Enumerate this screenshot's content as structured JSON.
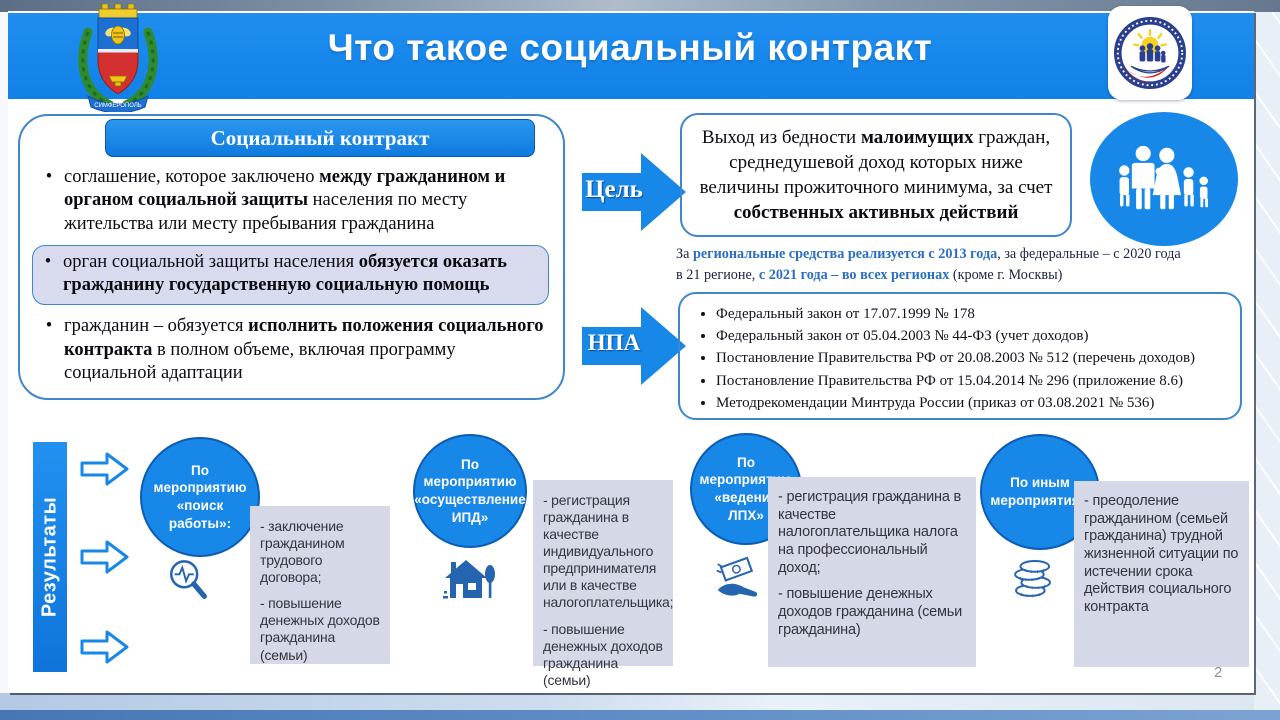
{
  "page": {
    "title": "Что такое социальный контракт",
    "page_number": "2"
  },
  "logos": {
    "left_icon": "simferopol-coat-of-arms",
    "left_caption": "СИМФЕРОПОЛЬ",
    "right_icon": "social-protection-department-emblem"
  },
  "contract": {
    "header": "Социальный контракт",
    "bullet1": [
      {
        "t": "соглашение, которое заключено "
      },
      {
        "t": "между гражданином и органом социальной защиты",
        "b": true
      },
      {
        "t": " населения по месту жительства или месту пребывания гражданина"
      }
    ],
    "bullet2": [
      {
        "t": "орган социальной защиты населения "
      },
      {
        "t": "обязуется оказать гражданину государственную социальную помощь",
        "b": true
      }
    ],
    "bullet3": [
      {
        "t": "гражданин – обязуется "
      },
      {
        "t": "исполнить положения социального контракта",
        "b": true
      },
      {
        "t": " в полном объеме, включая программу социальной адаптации"
      }
    ]
  },
  "goal": {
    "label": "Цель",
    "icon": "family-icon",
    "text": [
      {
        "t": "Выход из бедности "
      },
      {
        "t": "малоимущих",
        "b": true
      },
      {
        "t": " граждан, среднедушевой доход которых ниже величины прожиточного минимума, за счет "
      },
      {
        "t": "собственных активных действий",
        "b": true
      }
    ]
  },
  "regions_note": {
    "line1": [
      {
        "t": "За "
      },
      {
        "t": "региональные средства реализуется с 2013 года",
        "b": true,
        "c": "#2a6fc4"
      },
      {
        "t": ", за федеральные – с 2020 года"
      }
    ],
    "line2": [
      {
        "t": "в 21 регионе, "
      },
      {
        "t": "с 2021 года – во всех регионах",
        "b": true,
        "c": "#2a6fc4"
      },
      {
        "t": " (кроме г. Москвы)"
      }
    ]
  },
  "npa": {
    "label": "НПА",
    "items": [
      "Федеральный закон от 17.07.1999 № 178",
      "Федеральный закон от 05.04.2003 № 44-ФЗ (учет доходов)",
      "Постановление Правительства РФ от 20.08.2003 № 512 (перечень доходов)",
      "Постановление Правительства РФ от 15.04.2014 № 296 (приложение 8.6)",
      "Методрекомендации Минтруда России (приказ от 03.08.2021 № 536)"
    ]
  },
  "results": {
    "label": "Результаты",
    "groups": [
      {
        "circle": "По мероприятию «поиск работы»:",
        "icon": "magnifier-pulse-icon",
        "items": [
          "- заключение гражданином трудового договора;",
          "- повышение денежных доходов гражданина (семьи)"
        ]
      },
      {
        "circle": "По мероприятию «осуществление ИПД»",
        "icon": "house-tree-icon",
        "items": [
          "- регистрация гражданина в качестве индивидуального предпринимателя или в качестве налогоплательщика;",
          "- повышение денежных доходов гражданина (семьи)"
        ]
      },
      {
        "circle": "По мероприятию «ведение ЛПХ»",
        "icon": "hand-banknote-icon",
        "items": [
          "- регистрация гражданина в качестве налогоплательщика налога на профессиональный доход;",
          "- повышение денежных доходов гражданина (семьи гражданина)"
        ]
      },
      {
        "circle": "По иным мероприятиям",
        "icon": "coins-icon",
        "items": [
          "- преодоление гражданином (семьей гражданина) трудной жизненной ситуации по истечении срока действия социального контракта"
        ]
      }
    ]
  },
  "colors": {
    "accent_blue": "#1787e8",
    "dark_border_blue": "#0c5cb4",
    "box_border_blue": "#3f86cf",
    "highlight_bg": "#d8dbee",
    "gray_box_bg": "#d5d8e6",
    "link_blue": "#2a6fc4"
  }
}
